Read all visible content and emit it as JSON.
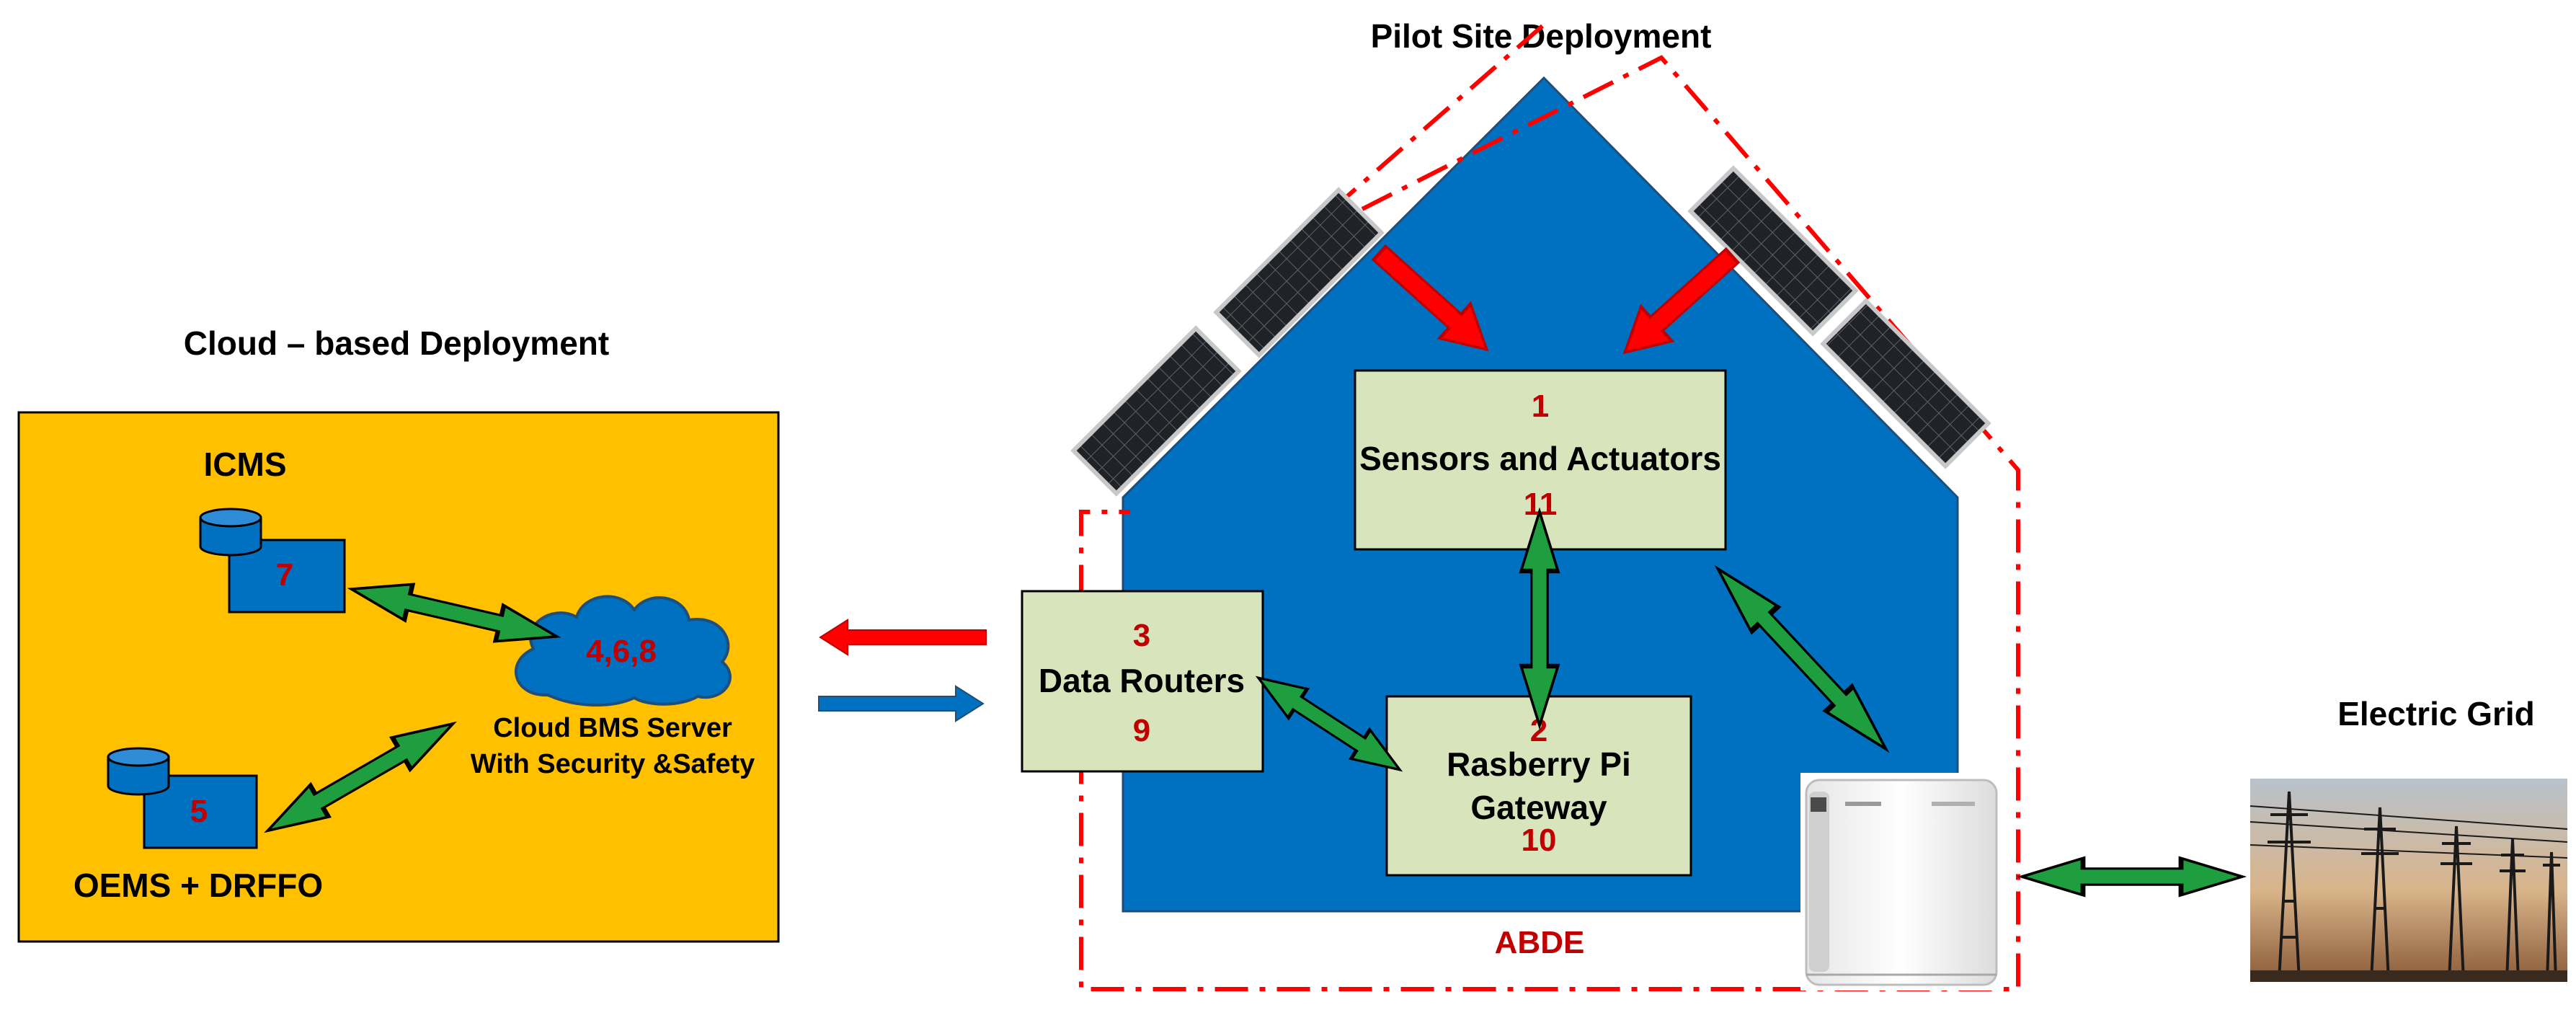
{
  "cloud_section": {
    "title": "Cloud – based Deployment",
    "icms_label": "ICMS",
    "icms_number": "7",
    "oems_label": "OEMS + DRFFO",
    "oems_number": "5",
    "cloud_numbers": "4,6,8",
    "server_line1": "Cloud BMS Server",
    "server_line2": "With Security &Safety"
  },
  "pilot_section": {
    "title": "Pilot Site Deployment",
    "boundary_label": "ABDE",
    "sensors": {
      "number_top": "1",
      "label": "Sensors and Actuators",
      "number_bottom": "11"
    },
    "routers": {
      "number_top": "3",
      "label": "Data Routers",
      "number_bottom": "9"
    },
    "gateway": {
      "number_top": "2",
      "label_line1": "Rasberry Pi",
      "label_line2": "Gateway",
      "number_bottom": "10"
    }
  },
  "grid_section": {
    "title": "Electric Grid"
  },
  "colors": {
    "cloud_bg": "#FFC000",
    "house": "#0070C0",
    "box_fill": "#D8E4BC",
    "number_red": "#C00000",
    "arrow_green": "#1E9E3E",
    "arrow_red": "#FF0000",
    "boundary": "#FF0000"
  }
}
